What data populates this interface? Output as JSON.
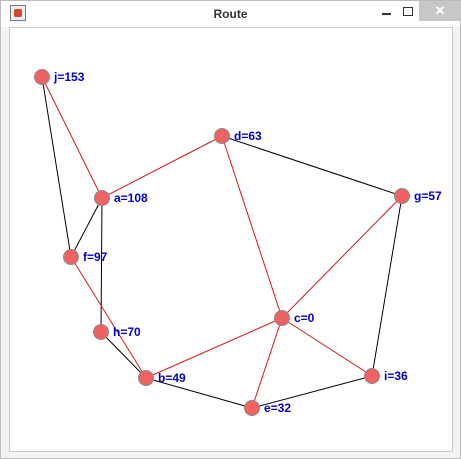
{
  "window": {
    "title": "Route",
    "app_icon": "java-cup-icon",
    "close_glyph": "✕"
  },
  "graph": {
    "colors": {
      "node_fill": "#f06262",
      "node_stroke": "#8a8a8a",
      "route_edge": "#d31818",
      "plain_edge": "#000000",
      "label": "#0000c8"
    },
    "nodes": [
      {
        "id": "j",
        "label": "j=153"
      },
      {
        "id": "d",
        "label": "d=63"
      },
      {
        "id": "a",
        "label": "a=108"
      },
      {
        "id": "g",
        "label": "g=57"
      },
      {
        "id": "f",
        "label": "f=97"
      },
      {
        "id": "c",
        "label": "c=0"
      },
      {
        "id": "h",
        "label": "h=70"
      },
      {
        "id": "b",
        "label": "b=49"
      },
      {
        "id": "i",
        "label": "i=36"
      },
      {
        "id": "e",
        "label": "e=32"
      }
    ],
    "edges": [
      {
        "from": "j",
        "to": "a",
        "route": true
      },
      {
        "from": "j",
        "to": "f",
        "route": false
      },
      {
        "from": "a",
        "to": "d",
        "route": true
      },
      {
        "from": "a",
        "to": "f",
        "route": false
      },
      {
        "from": "a",
        "to": "h",
        "route": false
      },
      {
        "from": "f",
        "to": "b",
        "route": true
      },
      {
        "from": "h",
        "to": "b",
        "route": false
      },
      {
        "from": "d",
        "to": "g",
        "route": false
      },
      {
        "from": "d",
        "to": "c",
        "route": true
      },
      {
        "from": "g",
        "to": "c",
        "route": true
      },
      {
        "from": "g",
        "to": "i",
        "route": false
      },
      {
        "from": "c",
        "to": "b",
        "route": true
      },
      {
        "from": "c",
        "to": "e",
        "route": true
      },
      {
        "from": "c",
        "to": "i",
        "route": true
      },
      {
        "from": "b",
        "to": "e",
        "route": false
      },
      {
        "from": "e",
        "to": "i",
        "route": false
      }
    ]
  }
}
